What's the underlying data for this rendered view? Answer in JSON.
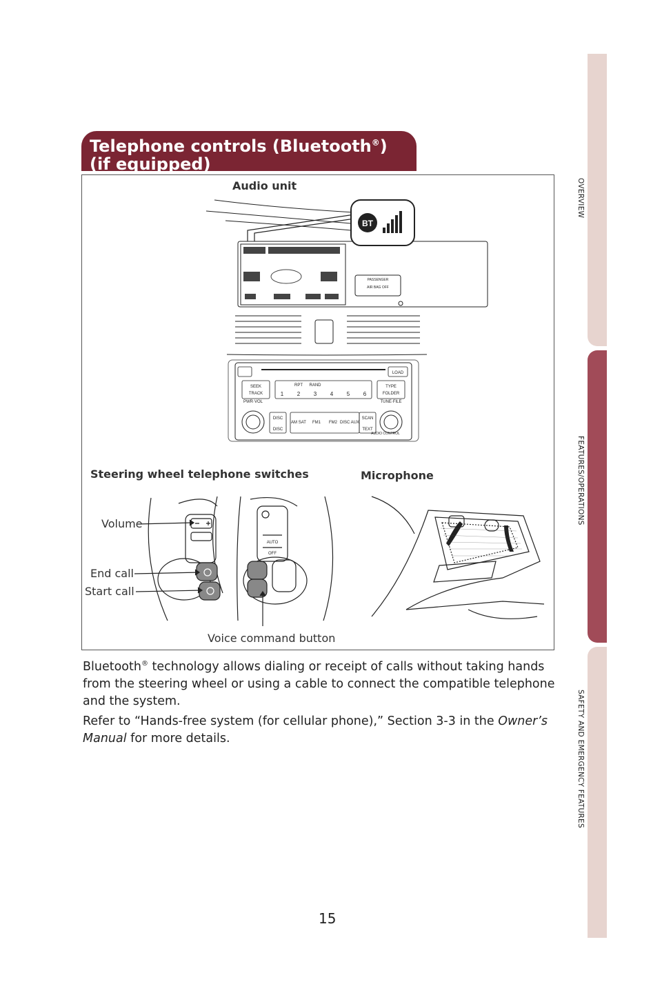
{
  "side_tabs": [
    "OVERVIEW",
    "FEATURES/OPERATIONS",
    "SAFETY AND EMERGENCY FEATURES"
  ],
  "section": {
    "title_line1": "Telephone controls (Bluetooth",
    "title_reg": "®",
    "title_line1_end": ")",
    "title_line2": "(if equipped)"
  },
  "figure": {
    "audio_unit_label": "Audio unit",
    "steering_label": "Steering wheel telephone switches",
    "microphone_label": "Microphone",
    "callouts": {
      "volume": "Volume",
      "end_call": "End call",
      "start_call": "Start call",
      "voice_command": "Voice command button"
    },
    "bt_icon_text": "BT",
    "radio_buttons": {
      "load": "LOAD",
      "seek": "SEEK",
      "track": "TRACK",
      "type": "TYPE",
      "folder": "FOLDER",
      "rpt": "RPT",
      "rand": "RAND",
      "preset_1": "1",
      "preset_2": "2",
      "preset_3": "3",
      "preset_4": "4",
      "preset_5": "5",
      "preset_6": "6",
      "pwr_vol": "PWR·VOL",
      "tune_file": "TUNE·FILE",
      "disc_up": "DISC",
      "disc_down": "DISC",
      "am_sat": "AM SAT",
      "fm1": "FM1",
      "fm2": "FM2",
      "disc_aux": "DISC AUX",
      "scan": "SCAN",
      "text": "TEXT",
      "audio_control": "AUDIO CONTROL",
      "passenger": "PASSENGER",
      "airbag_off": "AIR BAG OFF",
      "auto": "AUTO",
      "off": "OFF"
    }
  },
  "body": {
    "para1_part1": "Bluetooth",
    "para1_reg": "®",
    "para1_part2": " technology allows dialing or receipt of calls without taking hands from the steering wheel or using a cable to connect the compatible telephone and the system.",
    "para2_part1": "Refer to “Hands-free system (for cellular phone),” Section 3-3 in the ",
    "para2_italic": "Owner’s Manual",
    "para2_part2": " for more details."
  },
  "page_number": "15"
}
